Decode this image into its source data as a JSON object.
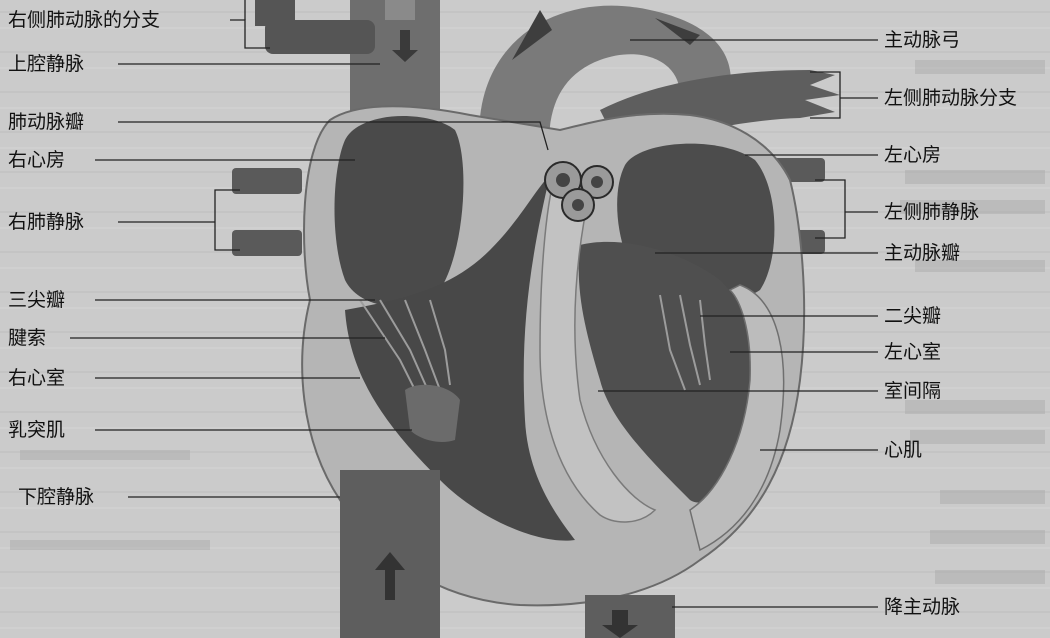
{
  "left_labels": [
    "右侧肺动脉的分支",
    "上腔静脉",
    "肺动脉瓣",
    "右心房",
    "右肺静脉",
    "三尖瓣",
    "腱索",
    "右心室",
    "乳突肌",
    "下腔静脉"
  ],
  "right_labels": [
    "主动脉弓",
    "左侧肺动脉分支",
    "左心房",
    "左侧肺静脉",
    "主动脉瓣",
    "二尖瓣",
    "左心室",
    "室间隔",
    "心肌",
    "降主动脉"
  ]
}
